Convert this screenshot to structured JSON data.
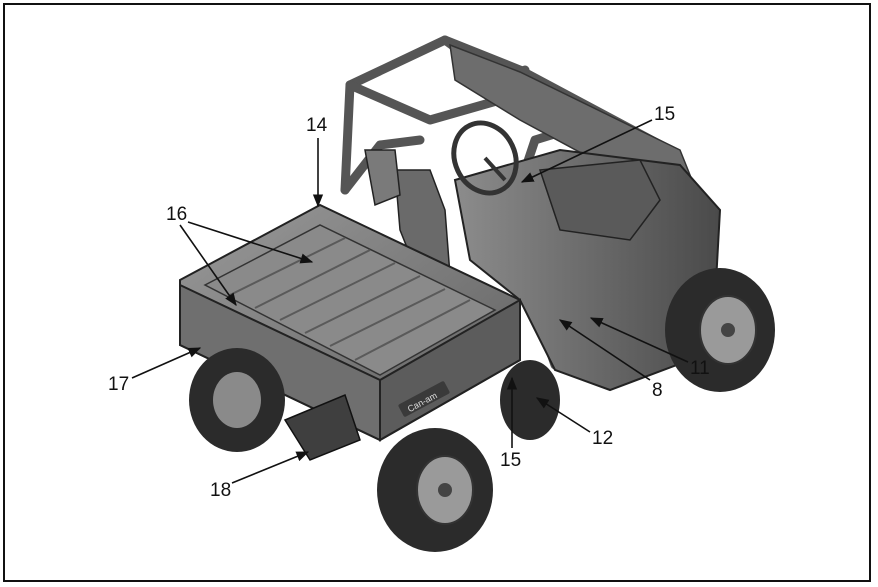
{
  "diagram": {
    "callouts": [
      {
        "id": "c14",
        "text": "14"
      },
      {
        "id": "c15-top",
        "text": "15"
      },
      {
        "id": "c16",
        "text": "16"
      },
      {
        "id": "c17",
        "text": "17"
      },
      {
        "id": "c18",
        "text": "18"
      },
      {
        "id": "c15-bottom",
        "text": "15"
      },
      {
        "id": "c12",
        "text": "12"
      },
      {
        "id": "c8",
        "text": "8"
      },
      {
        "id": "c11",
        "text": "11"
      }
    ],
    "colors": {
      "ink": "#111111",
      "body_gray": "#7a7a7a",
      "tire_dark": "#2b2b2b"
    },
    "vehicle_badge": "Can-am"
  }
}
